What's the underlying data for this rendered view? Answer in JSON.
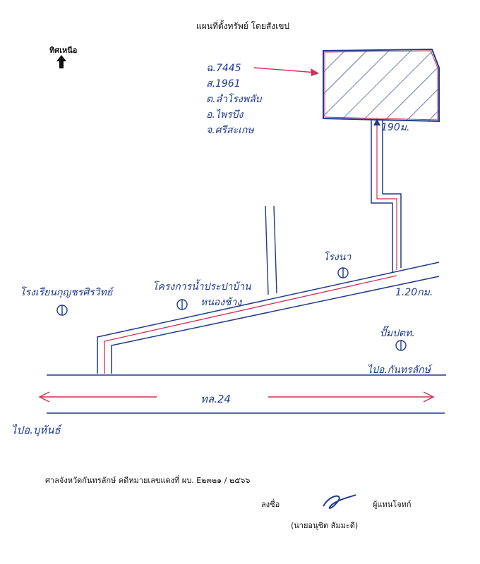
{
  "header": {
    "title": "แผนที่ตั้งทรัพย์ โดยสังเขป"
  },
  "north": {
    "label": "ทิศเหนือ"
  },
  "parcel": {
    "lines": [
      "ฉ.7445",
      "ส.1961",
      "ต.ลำโรงพลับ",
      "อ.ไพรบึง",
      "จ.ศรีสะเกษ"
    ],
    "distance": "190ม."
  },
  "places": {
    "school": "โรงเรียนกุญชรศิรวิทย์",
    "waterworks": "โครงการน้ำประปาบ้าน",
    "waterworks_sub": "หนองช้าง",
    "mill": "โรงนา",
    "gas_station": "ปั๊มปตท.",
    "road_distance": "1.20กม."
  },
  "roads": {
    "highway": "ทล.24",
    "to_left": "ไปอ.บุหันธ์",
    "to_right": "ไปอ.กันทรลักษ์"
  },
  "footer": {
    "court_line": "ศาลจังหวัดกันทรลักษ์  คดีหมายเลขแดงที่ ผบ. E๒๓๒๑ / ๒๕๖๖",
    "sign_label": "ลงชื่อ",
    "role": "ผู้แทนโจทก์",
    "signer": "(นายอนุชิต  สัมมะดี)"
  }
}
